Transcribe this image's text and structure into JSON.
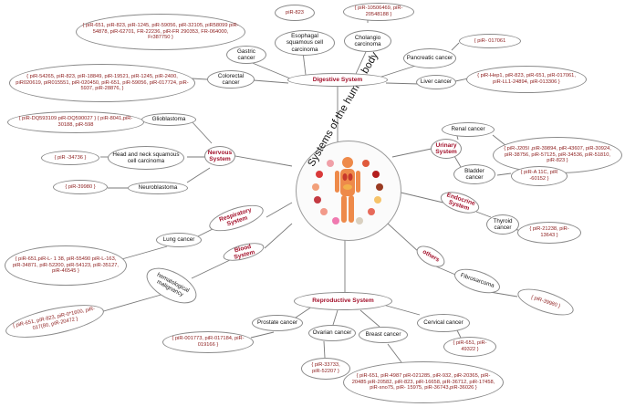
{
  "center": {
    "title": "Systems of the human body"
  },
  "systems": {
    "digestive": "Digestive System",
    "nervous": "Nervous System",
    "urinary": "Urinary System",
    "endocrine": "Endocrine System",
    "respiratory": "Respiratory System",
    "blood": "Blood System",
    "others": "others",
    "reproductive": "Reproductive System"
  },
  "cancers": {
    "gastric": "Gastric cancer",
    "esophageal": "Esophagal squamous cell carcinoma",
    "cholangio": "Cholangio carcinoma",
    "pancreatic": "Pancreatic cancer",
    "liver": "Liver cancer",
    "colorectal": "Colorectal cancer",
    "glioblastoma": "Glioblastoma",
    "head_neck": "Head and neck squamous cell carcinoma",
    "neuroblastoma": "Neuroblastoma",
    "renal": "Renal cancer",
    "bladder": "Bladder cancer",
    "thyroid": "Thyroid cancer",
    "lung": "Lung cancer",
    "hematological": "hematological malignancy",
    "fibrosarcoma": "Fibrosarcoma",
    "prostate": "Prostate cancer",
    "ovarian": "Ovarian cancer",
    "breast": "Breast cancer",
    "cervical": "Cervical cancer"
  },
  "pirnas": {
    "gastric": "{ piR-651, piR-823, piR-1245, piR-59056, piR-32105, piR58099 piR-54878, piR-62701, FR-22236, piR-FR 290353, FR-064000, Fr387750 }",
    "esophageal": "piR-823",
    "cholangio": "{ piR-10506469, piR-20548188 }",
    "pancreatic": "{ piR- 017061",
    "liver": "{ piR-Hep1, piR-823, piR-651, piR-017061, piR-LL1-24894, piR-013306 }",
    "colorectal": "{ piR-54265, piR-823, piR-18849, piR-19521, piR-1245, piR-2400, piR020619, piR015551, piR-020450, piR-651, piR-59056, piR-017724, piR- 5937, piR-28876, }",
    "glioblastoma": "{ piR-DQ593109 piR-DQ590027 } { piR-8041,piR-30188, piR-598",
    "head_neck": "{ piR -34736 }",
    "neuroblastoma": "{ piR-39980 }",
    "renal": "{ piR-J205I ,piR-39894, piR-43607, piR-30924, piR-38756, piR-57125, piR-34536, piR-51810, piR-823 }",
    "bladder": "{ piR-A 11C, piR -60152 }",
    "thyroid": "{ piR-21238, piR-13643 }",
    "lung": "{ piR-651,piR-L- 1 38, piR-55490 piR-L-163, piR-34871, piR-52200, piR-54123, piR-35127, piR-46545 }",
    "hematological": "{ piR-651, piR-823, piR-0*1600, piR-017(80, piR-20472 }",
    "fibrosarcoma": "{ piR-39980 }",
    "prostate": "{ piR-001773, piR-017184, piR-019166 }",
    "ovarian": "{ piR-33733, piR-52207 }",
    "breast": "{ piR-651, piR-4987 piR-021285, piR-932, piR-20365, piR-20485 piR-20582, piR-823, piR-16658, piR-36712, piR-17458, piR-sno75, piR- 15975, piR-36743,piR-36026 }",
    "cervical": "{ piR-651, piR- 49322 }"
  },
  "colors": {
    "system_text": "#a3112b",
    "pirna_text": "#8b1a1a",
    "outline": "#8a8a8a",
    "body_fill": "#ee8a4a"
  },
  "icons": [
    "brain-organ-icon",
    "lungs-organ-icon",
    "stomach-organ-icon",
    "liver-organ-icon",
    "kidney-organ-icon",
    "intestine-organ-icon",
    "bladder-organ-icon",
    "thyroid-organ-icon",
    "uterus-organ-icon",
    "blood-drop-icon",
    "pancreas-organ-icon",
    "bone-organ-icon"
  ]
}
